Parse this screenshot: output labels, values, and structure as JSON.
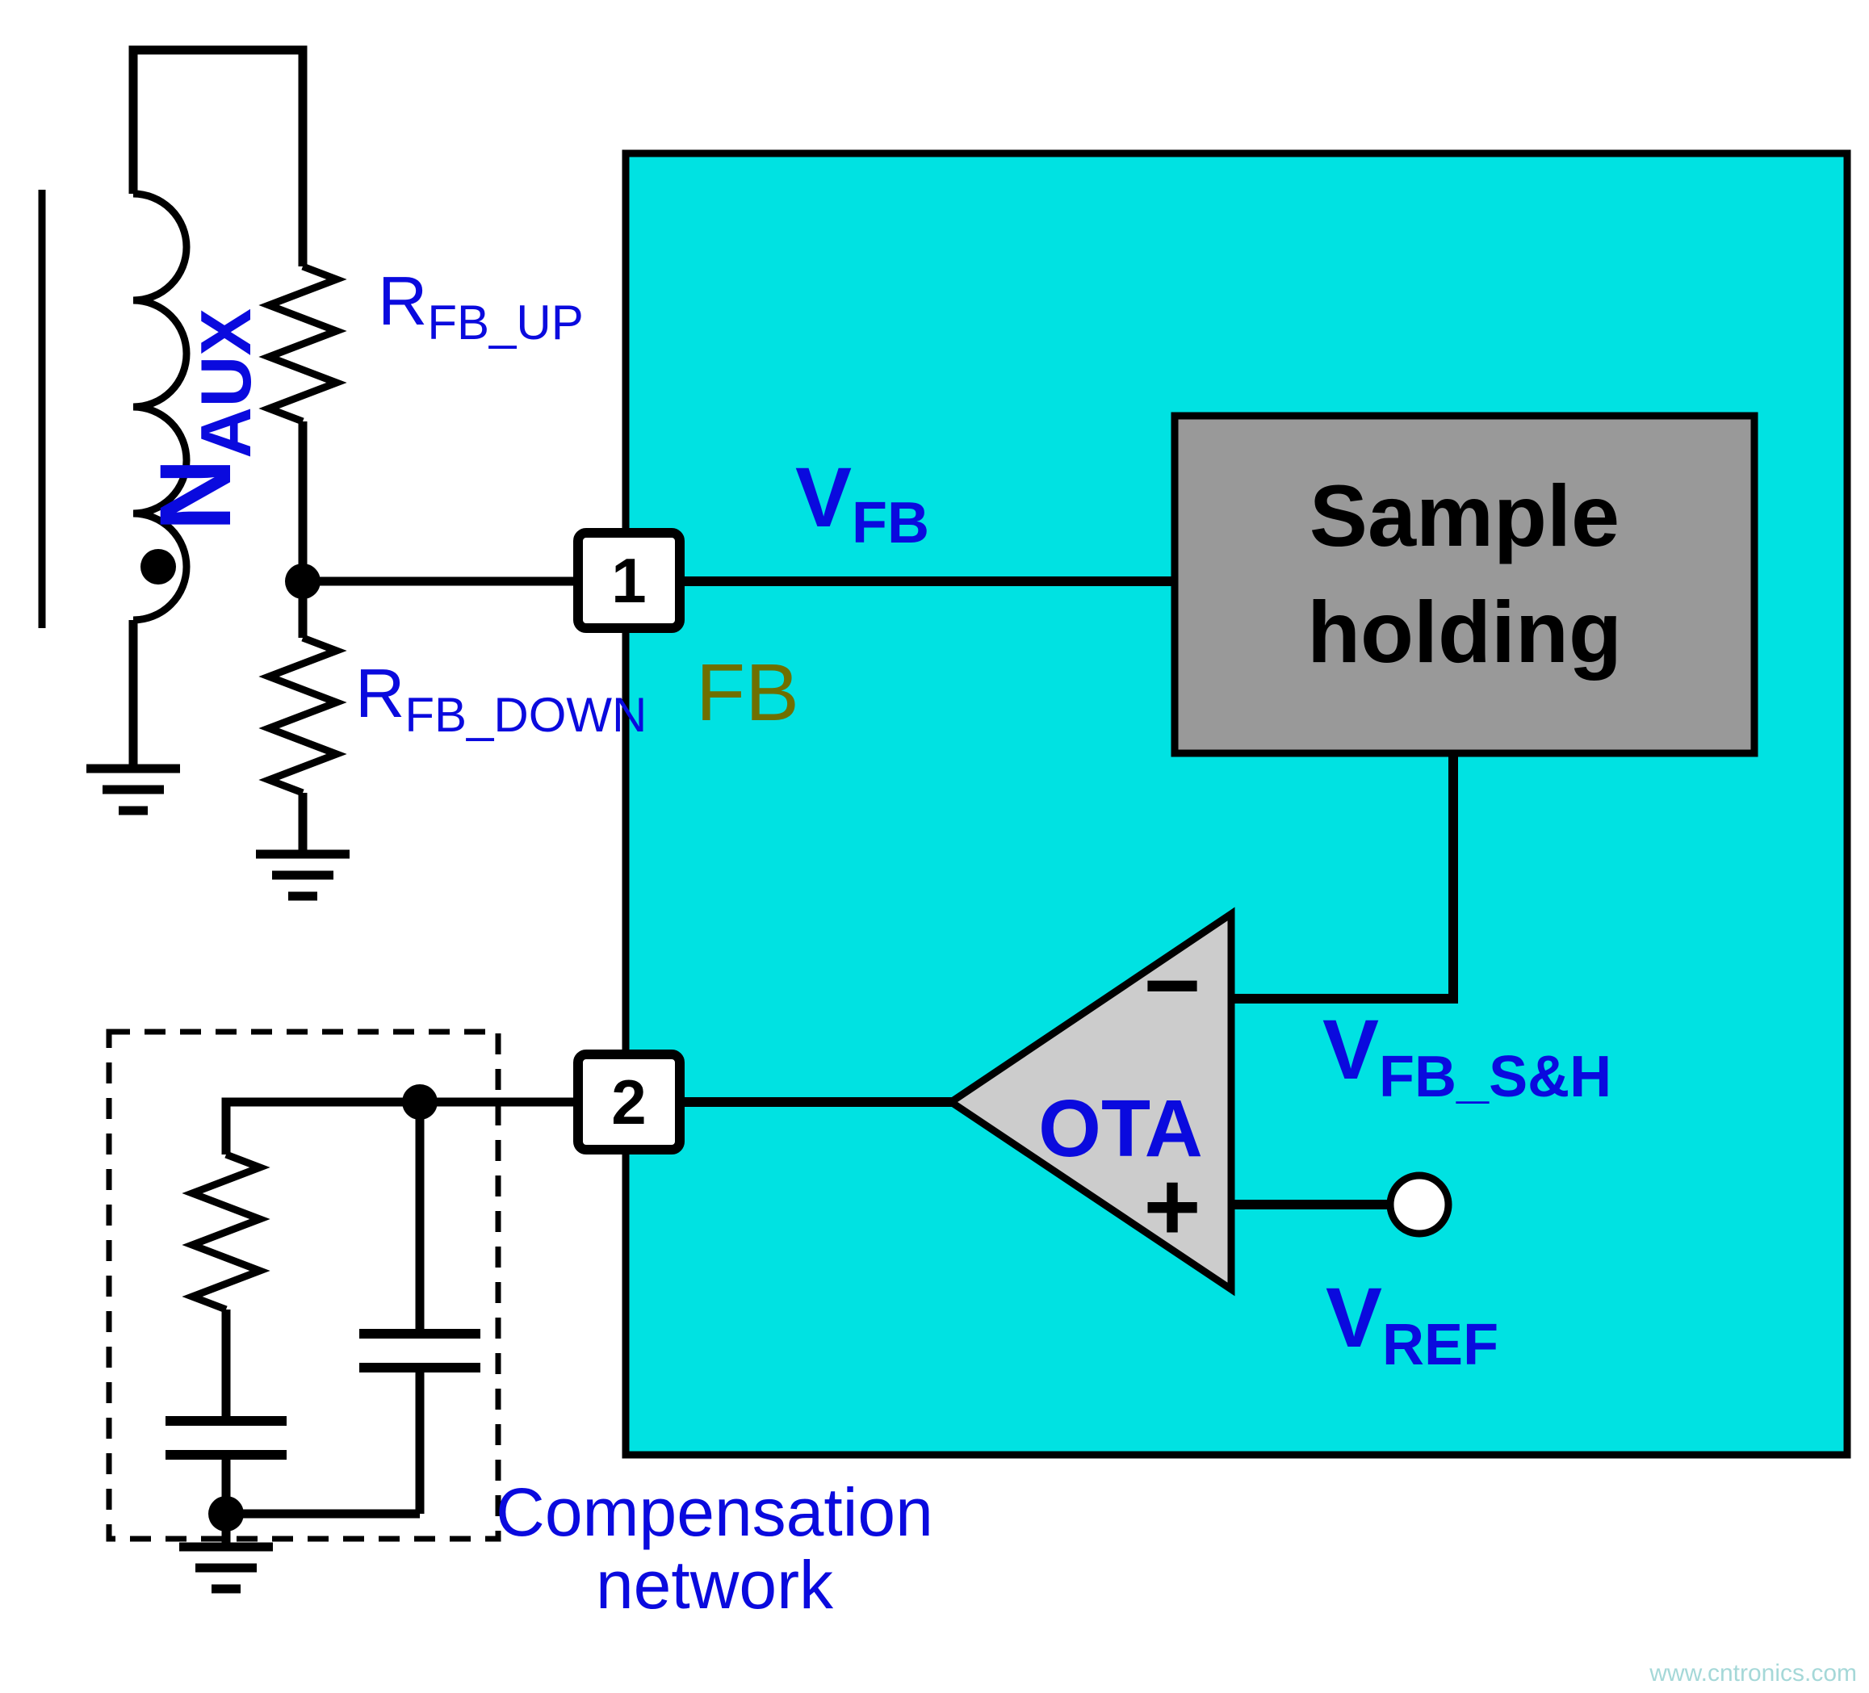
{
  "colors": {
    "ic_fill": "#00e2e2",
    "label_blue": "#0a0ade",
    "fb_label": "#6f6f00",
    "sample_box_fill": "#999999",
    "ota_fill": "#cccccc",
    "watermark": "#a5d8d8"
  },
  "labels": {
    "n_aux": {
      "main": "N",
      "sub": "AUX"
    },
    "r_fb_up": {
      "main": "R",
      "sub": "FB_UP"
    },
    "r_fb_down": {
      "main": "R",
      "sub": "FB_DOWN"
    },
    "pin1": "1",
    "pin2": "2",
    "fb_pin": "FB",
    "v_fb": {
      "main": "V",
      "sub": "FB"
    },
    "sample_holding": {
      "line1": "Sample",
      "line2": "holding"
    },
    "ota": "OTA",
    "minus": "−",
    "plus": "+",
    "v_fb_sh": {
      "main": "V",
      "sub": "FB_S&H"
    },
    "v_ref": {
      "main": "V",
      "sub": "REF"
    },
    "compensation": {
      "line1": "Compensation",
      "line2": "network"
    },
    "watermark": "www.cntronics.com"
  }
}
